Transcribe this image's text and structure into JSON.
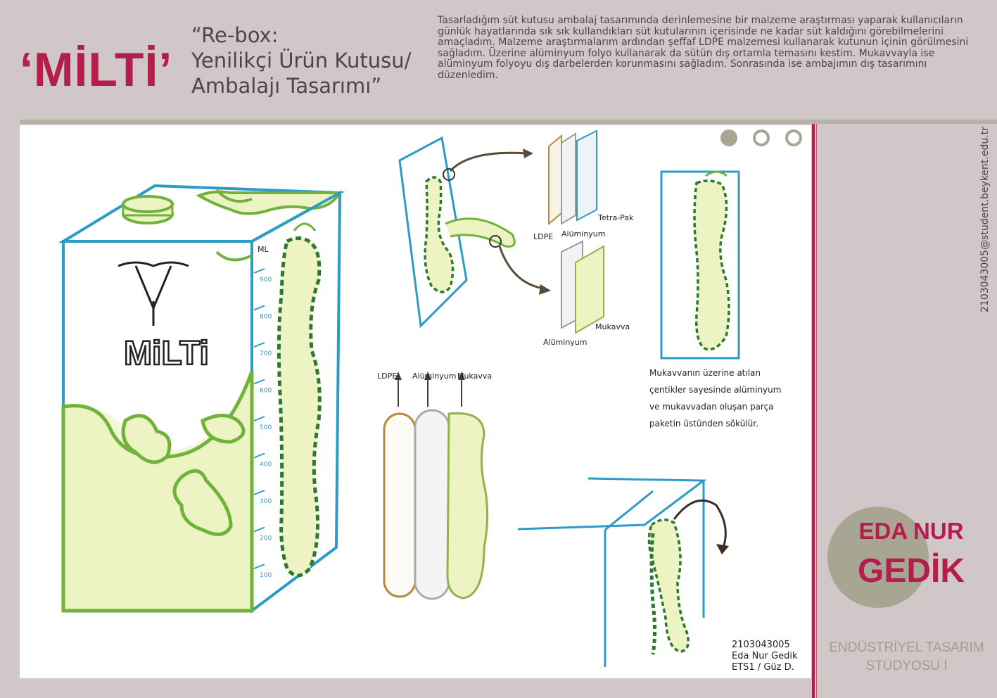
{
  "header": {
    "brand": "‘MİLTİ’",
    "subtitle_line1": "“Re-box:",
    "subtitle_line2": "Yenilikçi Ürün Kutusu/",
    "subtitle_line3": "Ambalajı Tasarımı”",
    "description": "Tasarladığım süt kutusu ambalaj tasarımında derinlemesine bir malzeme araştırması yaparak kullanıcıların günlük hayatlarında sık sık kullandıkları süt kutularının içerisinde ne kadar süt kaldığını görebilmelerini amaçladım. Malzeme araştırmalarım ardından şeffaf LDPE malzemesi kullanarak kutunun içinin görülmesini sağladım. Üzerine alüminyum folyo kullanarak da sütün dış ortamla temasını kestim. Mukavvayla ise alüminyum folyoyu dış darbelerden korunmasını sağladım. Sonrasında ise ambajımın dış tasarımını düzenledim."
  },
  "sidebar": {
    "email": "2103043005@student.beykent.edu.tr",
    "author_first": "EDA NUR",
    "author_last": "GEDİK",
    "course_line1": "ENDÜSTRİYEL TASARIM",
    "course_line2": "STÜDYOSU I"
  },
  "pagination": {
    "count": 3,
    "active_index": 0,
    "color_active": "#a9a593",
    "color_inactive": "#a9a593"
  },
  "sketch": {
    "box_logo": "MiLTi",
    "scale_unit": "ML",
    "scale_marks": [
      "900",
      "800",
      "700",
      "600",
      "500",
      "400",
      "300",
      "200",
      "100"
    ],
    "layer_labels_top": [
      "LDPE",
      "Alüminyum",
      "Tetra-Pak"
    ],
    "layer_labels_bottom": [
      "Alüminyum",
      "Mukavva"
    ],
    "stack_labels": [
      "LDPE",
      "Alüminyum",
      "Mukavva"
    ],
    "note_lines": [
      "Mukavvanın üzerine atılan",
      "çentikler sayesinde alüminyum",
      "ve mukavvadan oluşan parça",
      "paketin üstünden sökülür."
    ],
    "signature_lines": [
      "2103043005",
      "Eda Nur Gedik",
      "ETS1 / Güz D."
    ]
  },
  "colors": {
    "accent": "#b31e4d",
    "background": "#d1c7c9",
    "sketch_blue": "#2c9cc7",
    "sketch_green": "#6fb33a",
    "milk_fill": "#eef3c4"
  }
}
